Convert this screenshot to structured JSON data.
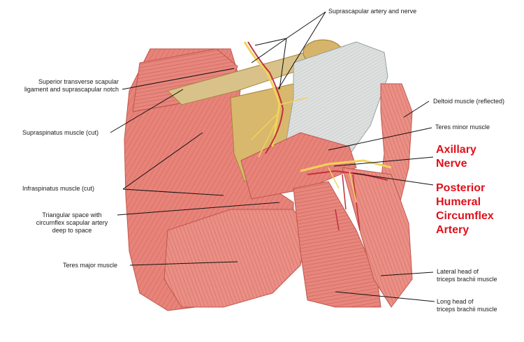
{
  "labels": {
    "suprascapular": "Suprascapular artery and nerve",
    "superior_transverse_1": "Superior transverse scapular",
    "superior_transverse_2": "ligament and suprascapular notch",
    "supraspinatus": "Supraspinatus muscle (cut)",
    "infraspinatus": "Infraspinatus muscle (cut)",
    "triangular_1": "Triangular space with",
    "triangular_2": "circumflex scapular artery",
    "triangular_3": "deep to space",
    "teres_major": "Teres major muscle",
    "deltoid": "Deltoid muscle (reflected)",
    "teres_minor": "Teres minor muscle",
    "axillary_1": "Axillary",
    "axillary_2": "Nerve",
    "posterior_1": "Posterior",
    "posterior_2": "Humeral",
    "posterior_3": "Circumflex",
    "posterior_4": "Artery",
    "lateral_head_1": "Lateral head of",
    "lateral_head_2": "triceps brachii muscle",
    "long_head_1": "Long head of",
    "long_head_2": "triceps brachii muscle"
  },
  "colors": {
    "muscle": "#e8837a",
    "muscle_dark": "#c9544c",
    "muscle_light": "#f3b3a8",
    "tendon": "#d9dcdc",
    "bone": "#d4b06a",
    "nerve": "#f2d25a",
    "artery": "#c2303a",
    "highlight_label": "#e0101a"
  }
}
